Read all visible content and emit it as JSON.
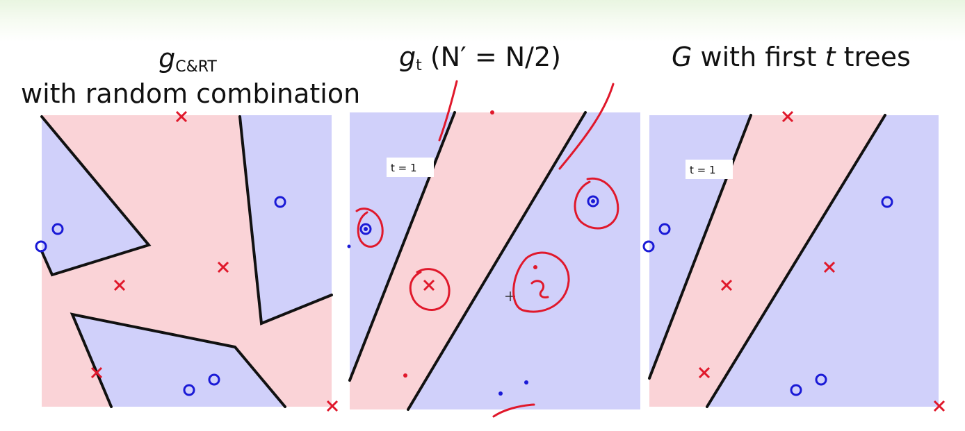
{
  "titles": {
    "panel1_main": "g",
    "panel1_sub": "C&RT",
    "panel1_line2": "with random combination",
    "panel2_main": "g",
    "panel2_sub": "t",
    "panel2_rest": "(N′ = N/2)",
    "panel3_G": "G",
    "panel3_mid": " with first ",
    "panel3_t": "t",
    "panel3_end": " trees"
  },
  "labels": {
    "t_label_panel2": "t = 1",
    "t_label_panel3": "t = 1"
  },
  "colors": {
    "region_blue": "#d0d0fa",
    "region_pink": "#fad3d7",
    "boundary": "#111111",
    "circle": "#1a1ad6",
    "cross": "#e0182b",
    "annotation": "#e0182b"
  }
}
